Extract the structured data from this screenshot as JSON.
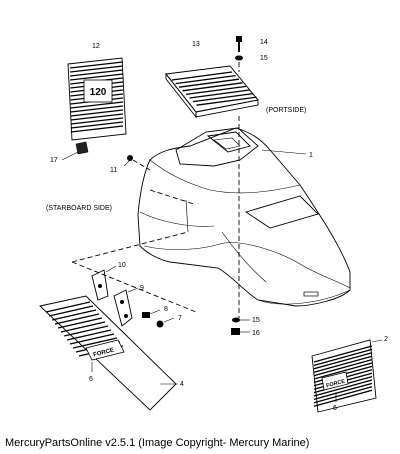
{
  "labels": {
    "n1": "1",
    "n2": "2",
    "n4": "4",
    "n6a": "6",
    "n6b": "6",
    "n7": "7",
    "n8": "8",
    "n9": "9",
    "n10": "10",
    "n11": "11",
    "n12": "12",
    "n13": "13",
    "n14": "14",
    "n15a": "15",
    "n15b": "15",
    "n16": "16",
    "n17": "17",
    "portside": "(PORTSIDE)",
    "starboard": "(STARBOARD SIDE)"
  },
  "decal_text": {
    "hp": "120",
    "brand": "FORCE"
  },
  "caption": "MercuryPartsOnline v2.5.1 (Image Copyright- Mercury Marine)"
}
